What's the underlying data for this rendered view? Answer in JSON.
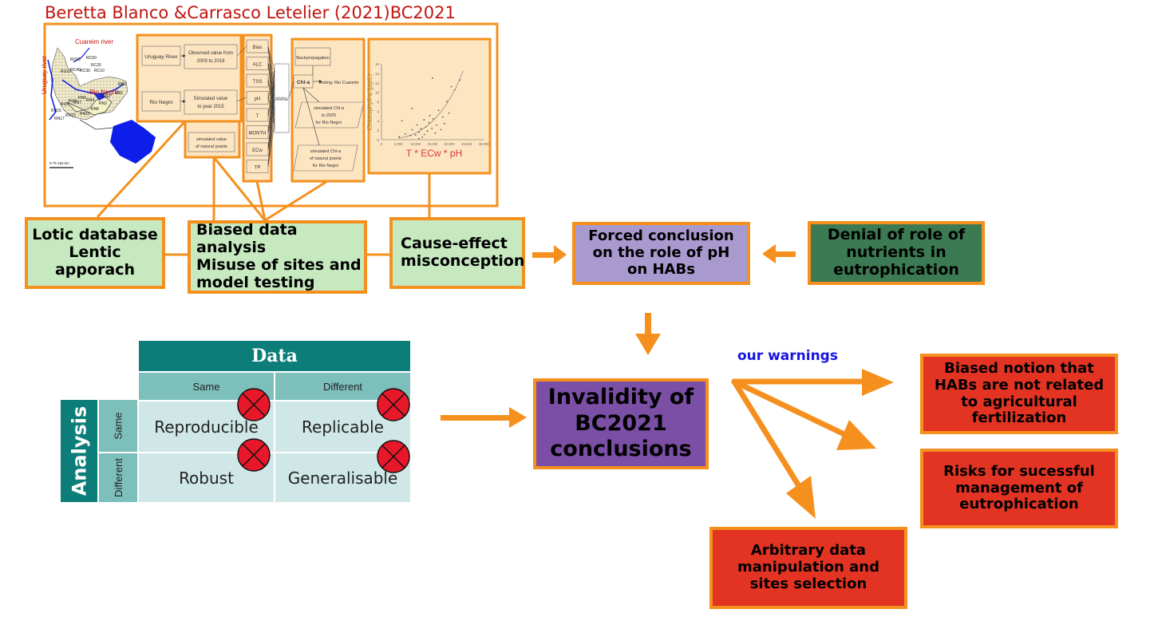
{
  "title": "Beretta Blanco &Carrasco Letelier (2021)BC2021",
  "map": {
    "labels": [
      "Cuareim river",
      "Uruguay river",
      "Rio Negro",
      "RC50",
      "RC60",
      "RC20",
      "RC10",
      "RC30",
      "RC40",
      "RN0",
      "RN1",
      "RN2",
      "RN3",
      "RN4",
      "RN5",
      "RN6",
      "RN7",
      "RU0",
      "RU5",
      "RU10",
      "RU15",
      "RN12",
      "RN15",
      "RN17"
    ],
    "scale": "0    75    150 km"
  },
  "flow": {
    "uruguay_river": "Uruguay River",
    "rio_negro": "Rio Negro",
    "observed": "Observed value from 2009 to 2018",
    "simulated_2015": "Simulated value to year 2015",
    "natural_prairie": "simulated value of natural prairie",
    "variables": [
      "Bias",
      "ALC",
      "TSS",
      "pH",
      "T",
      "MONTH",
      "ECw",
      "TP"
    ],
    "ann": "ANNs",
    "backprop": "Backpropagation",
    "chla": "Chl-a",
    "testing": "Testing: Rio Cuareim",
    "sim2025_a": "simulated Chl-a",
    "sim2025_b": "to 2025",
    "sim2025_c": "for Rio Negro",
    "simnat_a": "simulated Chl-a",
    "simnat_b": "of natural prairie",
    "simnat_c": "for Rio Negro"
  },
  "scatter": {
    "ylabel": "Chlorophyll-a (µg/L)",
    "xlabel": "T * ECw * pH",
    "yticks": [
      "0",
      "2",
      "4",
      "6",
      "8",
      "10",
      "12",
      "14",
      "16"
    ],
    "xticks": [
      "0",
      "5,000",
      "10,000",
      "15,000",
      "20,000",
      "25,000",
      "30,000"
    ],
    "points": [
      [
        5200,
        0.6
      ],
      [
        7000,
        1.2
      ],
      [
        8500,
        0.9
      ],
      [
        9000,
        2.1
      ],
      [
        10000,
        1.0
      ],
      [
        10500,
        3.1
      ],
      [
        11000,
        1.6
      ],
      [
        11600,
        2.3
      ],
      [
        12000,
        0.5
      ],
      [
        12500,
        4.2
      ],
      [
        13000,
        2.7
      ],
      [
        13500,
        1.8
      ],
      [
        14000,
        3.6
      ],
      [
        14200,
        5.1
      ],
      [
        14800,
        2.4
      ],
      [
        15200,
        4.4
      ],
      [
        15800,
        1.4
      ],
      [
        16200,
        3.1
      ],
      [
        16800,
        6.2
      ],
      [
        17500,
        2.1
      ],
      [
        18000,
        4.8
      ],
      [
        18500,
        3.4
      ],
      [
        19200,
        8.1
      ],
      [
        19800,
        5.6
      ],
      [
        20500,
        11.2
      ],
      [
        21500,
        10.5
      ],
      [
        23000,
        12.6
      ],
      [
        9000,
        6.6
      ],
      [
        15000,
        13.0
      ],
      [
        6000,
        4.0
      ],
      [
        11000,
        0.2
      ],
      [
        12600,
        1.1
      ]
    ]
  },
  "boxes": {
    "lotic_1": "Lotic database",
    "lotic_2": "Lentic apporach",
    "biased_1": "Biased data analysis",
    "biased_2": "Misuse of sites and",
    "biased_3": "model testing",
    "cause_1": "Cause-effect",
    "cause_2": "misconception",
    "forced_1": "Forced conclusion",
    "forced_2": "on the role of pH",
    "forced_3": "on HABs",
    "denial_1": "Denial of role of",
    "denial_2": "nutrients in",
    "denial_3": "eutrophication",
    "invalid_1": "Invalidity of",
    "invalid_2": "BC2021",
    "invalid_3": "conclusions",
    "warnings": "our warnings",
    "biased_notion_1": "Biased notion that",
    "biased_notion_2": "HABs are not related",
    "biased_notion_3": "to agricultural",
    "biased_notion_4": "fertilization",
    "risks_1": "Risks for sucessful",
    "risks_2": "management of",
    "risks_3": "eutrophication",
    "arbitrary_1": "Arbitrary data",
    "arbitrary_2": "manipulation and",
    "arbitrary_3": "sites selection"
  },
  "matrix": {
    "data_header": "Data",
    "analysis_header": "Analysis",
    "same": "Same",
    "different": "Different",
    "cells": [
      "Reproducible",
      "Replicable",
      "Robust",
      "Generalisable"
    ]
  },
  "colors": {
    "orange": "#f5901e",
    "title_red": "#c0140f",
    "teal_dark": "#0d7d79",
    "teal_mid": "#7dbfbb",
    "teal_light": "#cfe7e6",
    "warnings_blue": "#1515e0",
    "x_mark": "#e8182a"
  }
}
